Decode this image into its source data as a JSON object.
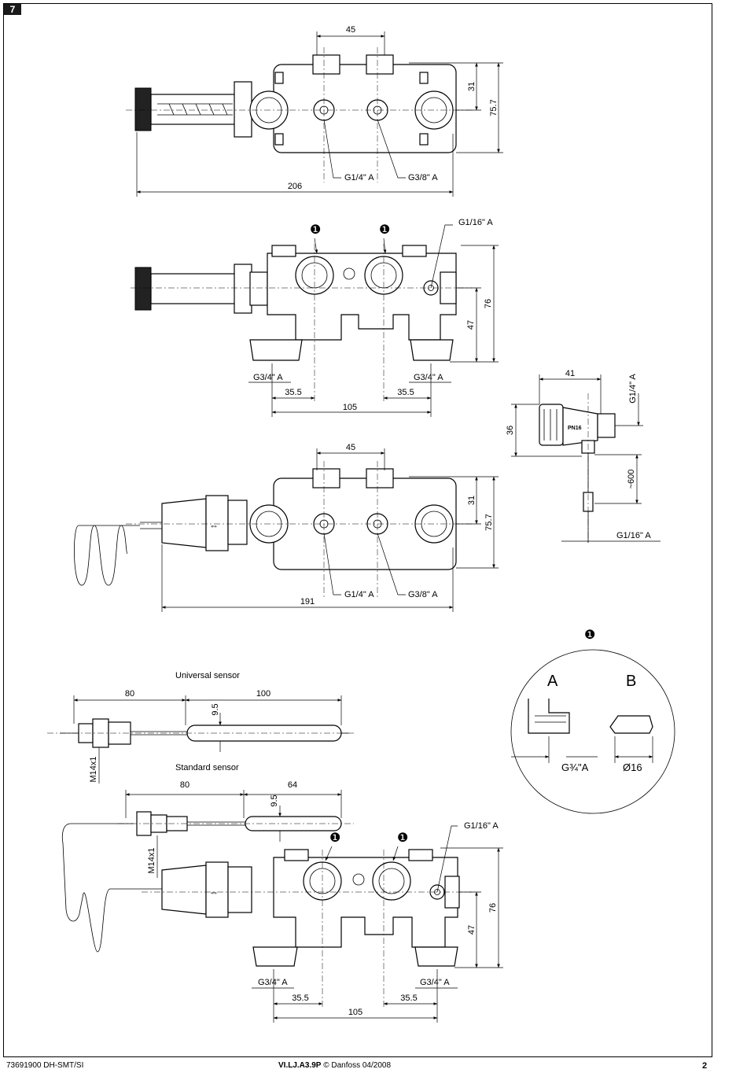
{
  "figure_number": "7",
  "views": {
    "top1": {
      "pitch": "45",
      "height_a": "31",
      "height_b": "75.7",
      "length": "206",
      "port_left": "G1/4\" A",
      "port_right": "G3/8\" A"
    },
    "front1": {
      "marker_left": "❶",
      "marker_right": "❶",
      "port_top": "G1/16\" A",
      "height_a": "47",
      "height_b": "76",
      "conn_left": "G3/4\" A",
      "conn_right": "G3/4\" A",
      "offset_left": "35.5",
      "offset_right": "35.5",
      "span": "105"
    },
    "side": {
      "width": "41",
      "height": "36",
      "port_top": "G1/4\" A",
      "tube": "~600",
      "port_bottom": "G1/16\" A",
      "pn_label": "PN16"
    },
    "top2": {
      "pitch": "45",
      "height_a": "31",
      "height_b": "75.7",
      "length": "191",
      "port_left": "G1/4\" A",
      "port_right": "G3/8\" A"
    },
    "detail": {
      "marker": "❶",
      "label_a": "A",
      "label_b": "B",
      "size_a": "G¾\"A",
      "size_b": "Ø16"
    },
    "universal_sensor": {
      "title": "Universal sensor",
      "dim_a": "80",
      "dim_b": "100",
      "dia": "9.5",
      "thread": "M14x1"
    },
    "standard_sensor": {
      "title": "Standard sensor",
      "dim_a": "80",
      "dim_b": "64",
      "dia": "9.5",
      "thread": "M14x1"
    },
    "front2": {
      "marker_left": "❶",
      "marker_right": "❶",
      "port_top": "G1/16\" A",
      "height_a": "47",
      "height_b": "76",
      "conn_left": "G3/4\" A",
      "conn_right": "G3/4\" A",
      "offset_left": "35.5",
      "offset_right": "35.5",
      "span": "105"
    }
  },
  "footer": {
    "doc_code": "73691900 DH-SMT/SI",
    "ref_bold": "VI.LJ.A3.9P",
    "ref_rest": " © Danfoss 04/2008",
    "page": "2"
  }
}
